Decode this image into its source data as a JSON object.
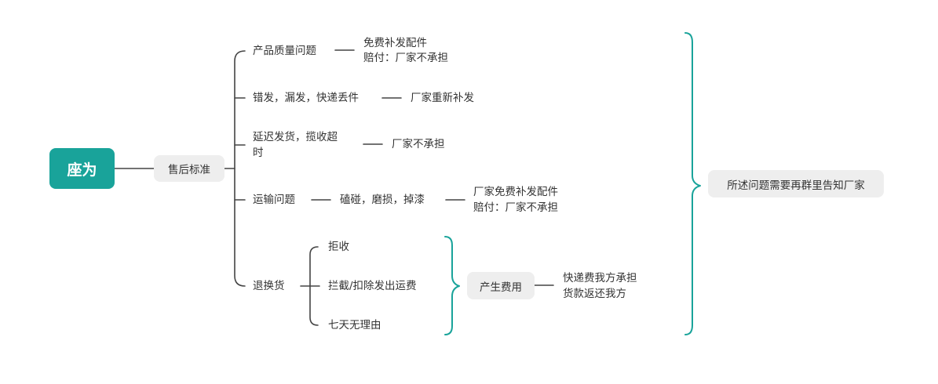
{
  "colors": {
    "root_bg": "#19a39a",
    "line": "#444444",
    "brace": "#19a39a",
    "pill_bg": "#eeeeee"
  },
  "root": "座为",
  "center": "售后标准",
  "branches": {
    "quality": {
      "label": "产品质量问题",
      "result_1": "免费补发配件",
      "result_2": "赔付：厂家不承担"
    },
    "misdelivery": {
      "label": "错发，漏发，快递丢件",
      "result": "厂家重新补发"
    },
    "delay": {
      "label_1": "延迟发货，揽收超",
      "label_2": "时",
      "result": "厂家不承担"
    },
    "transport": {
      "label": "运输问题",
      "detail": "磕碰，磨损，掉漆",
      "result_1": "厂家免费补发配件",
      "result_2": "赔付：厂家不承担"
    },
    "return": {
      "label": "退换货",
      "items": [
        "拒收",
        "拦截/扣除发出运费",
        "七天无理由"
      ],
      "cost_label": "产生费用",
      "cost_result_1": "快递费我方承担",
      "cost_result_2": "货款返还我方"
    }
  },
  "summary": "所述问题需要再群里告知厂家"
}
